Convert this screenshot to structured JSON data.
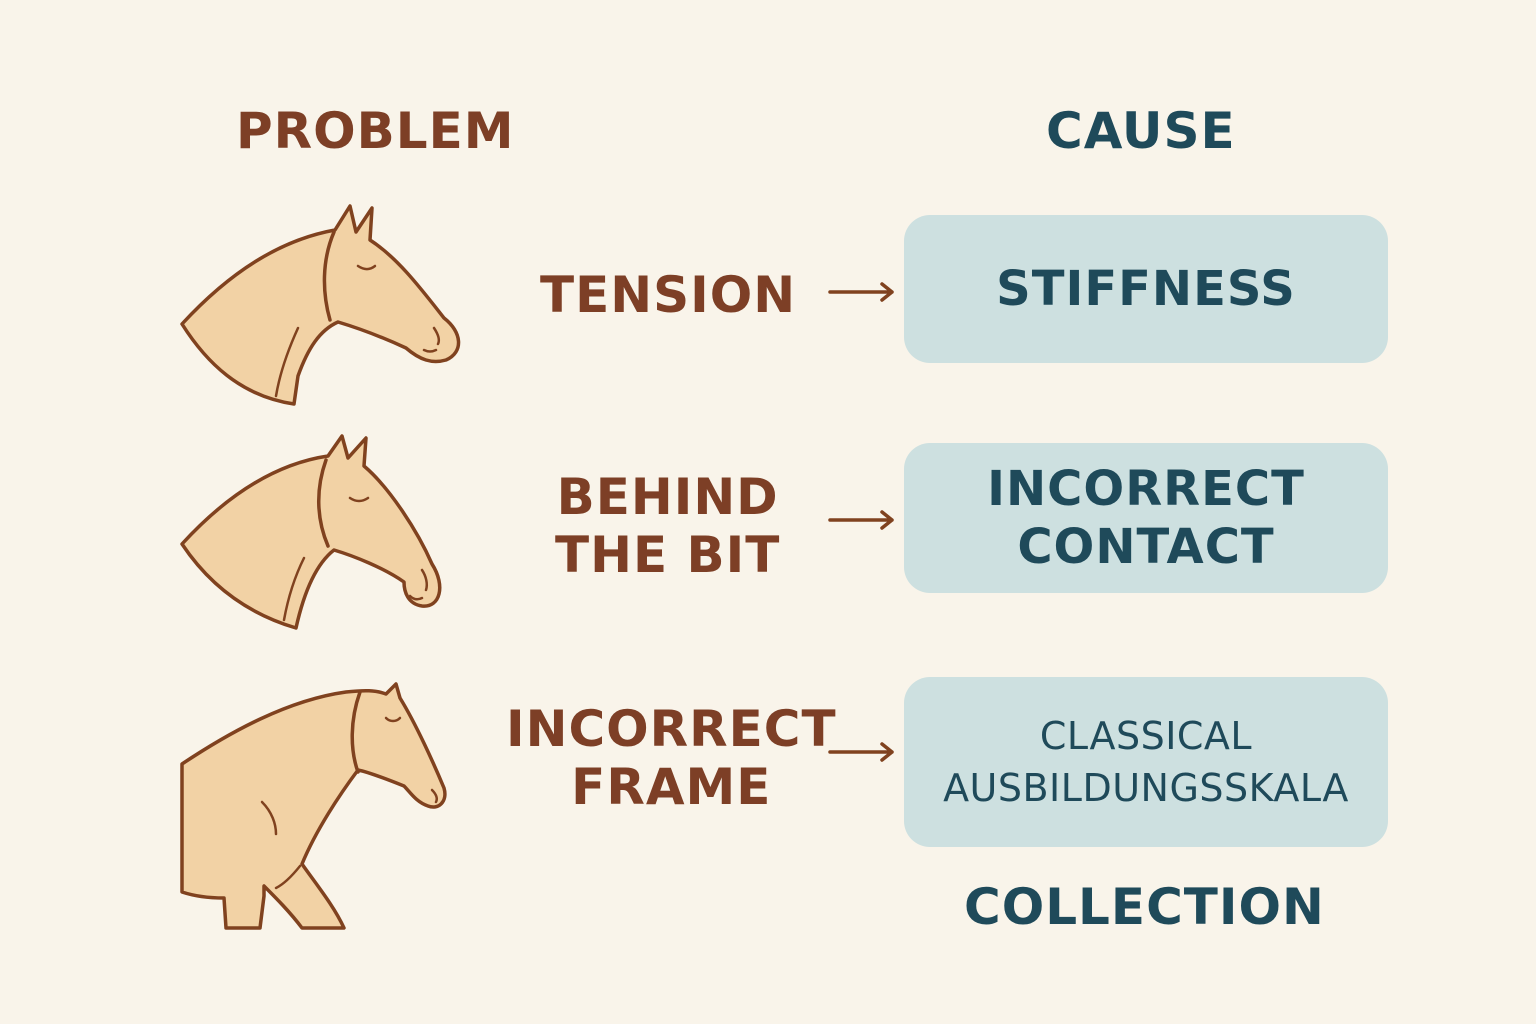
{
  "headings": {
    "problem": "PROBLEM",
    "cause": "CAUSE"
  },
  "rows": [
    {
      "problem_lines": [
        "TENSION"
      ],
      "cause_lines": [
        "STIFFNESS"
      ],
      "illustration": "horse-head-tense-icon"
    },
    {
      "problem_lines": [
        "BEHIND",
        "THE BIT"
      ],
      "cause_lines": [
        "INCORRECT",
        "CONTACT"
      ],
      "illustration": "horse-head-behind-bit-icon"
    },
    {
      "problem_lines": [
        "INCORRECT",
        "FRAME"
      ],
      "cause_lines": [
        "CLASSICAL",
        "AUSBILDUNGSSKALA"
      ],
      "illustration": "horse-forehand-icon"
    }
  ],
  "footer": {
    "label": "COLLECTION"
  },
  "colors": {
    "background": "#f9f4ea",
    "problem_text": "#7d3f26",
    "cause_text": "#1f4a5a",
    "cause_box": "#cde0e0",
    "horse_fill": "#f2d2a5",
    "horse_outline": "#80421f"
  }
}
